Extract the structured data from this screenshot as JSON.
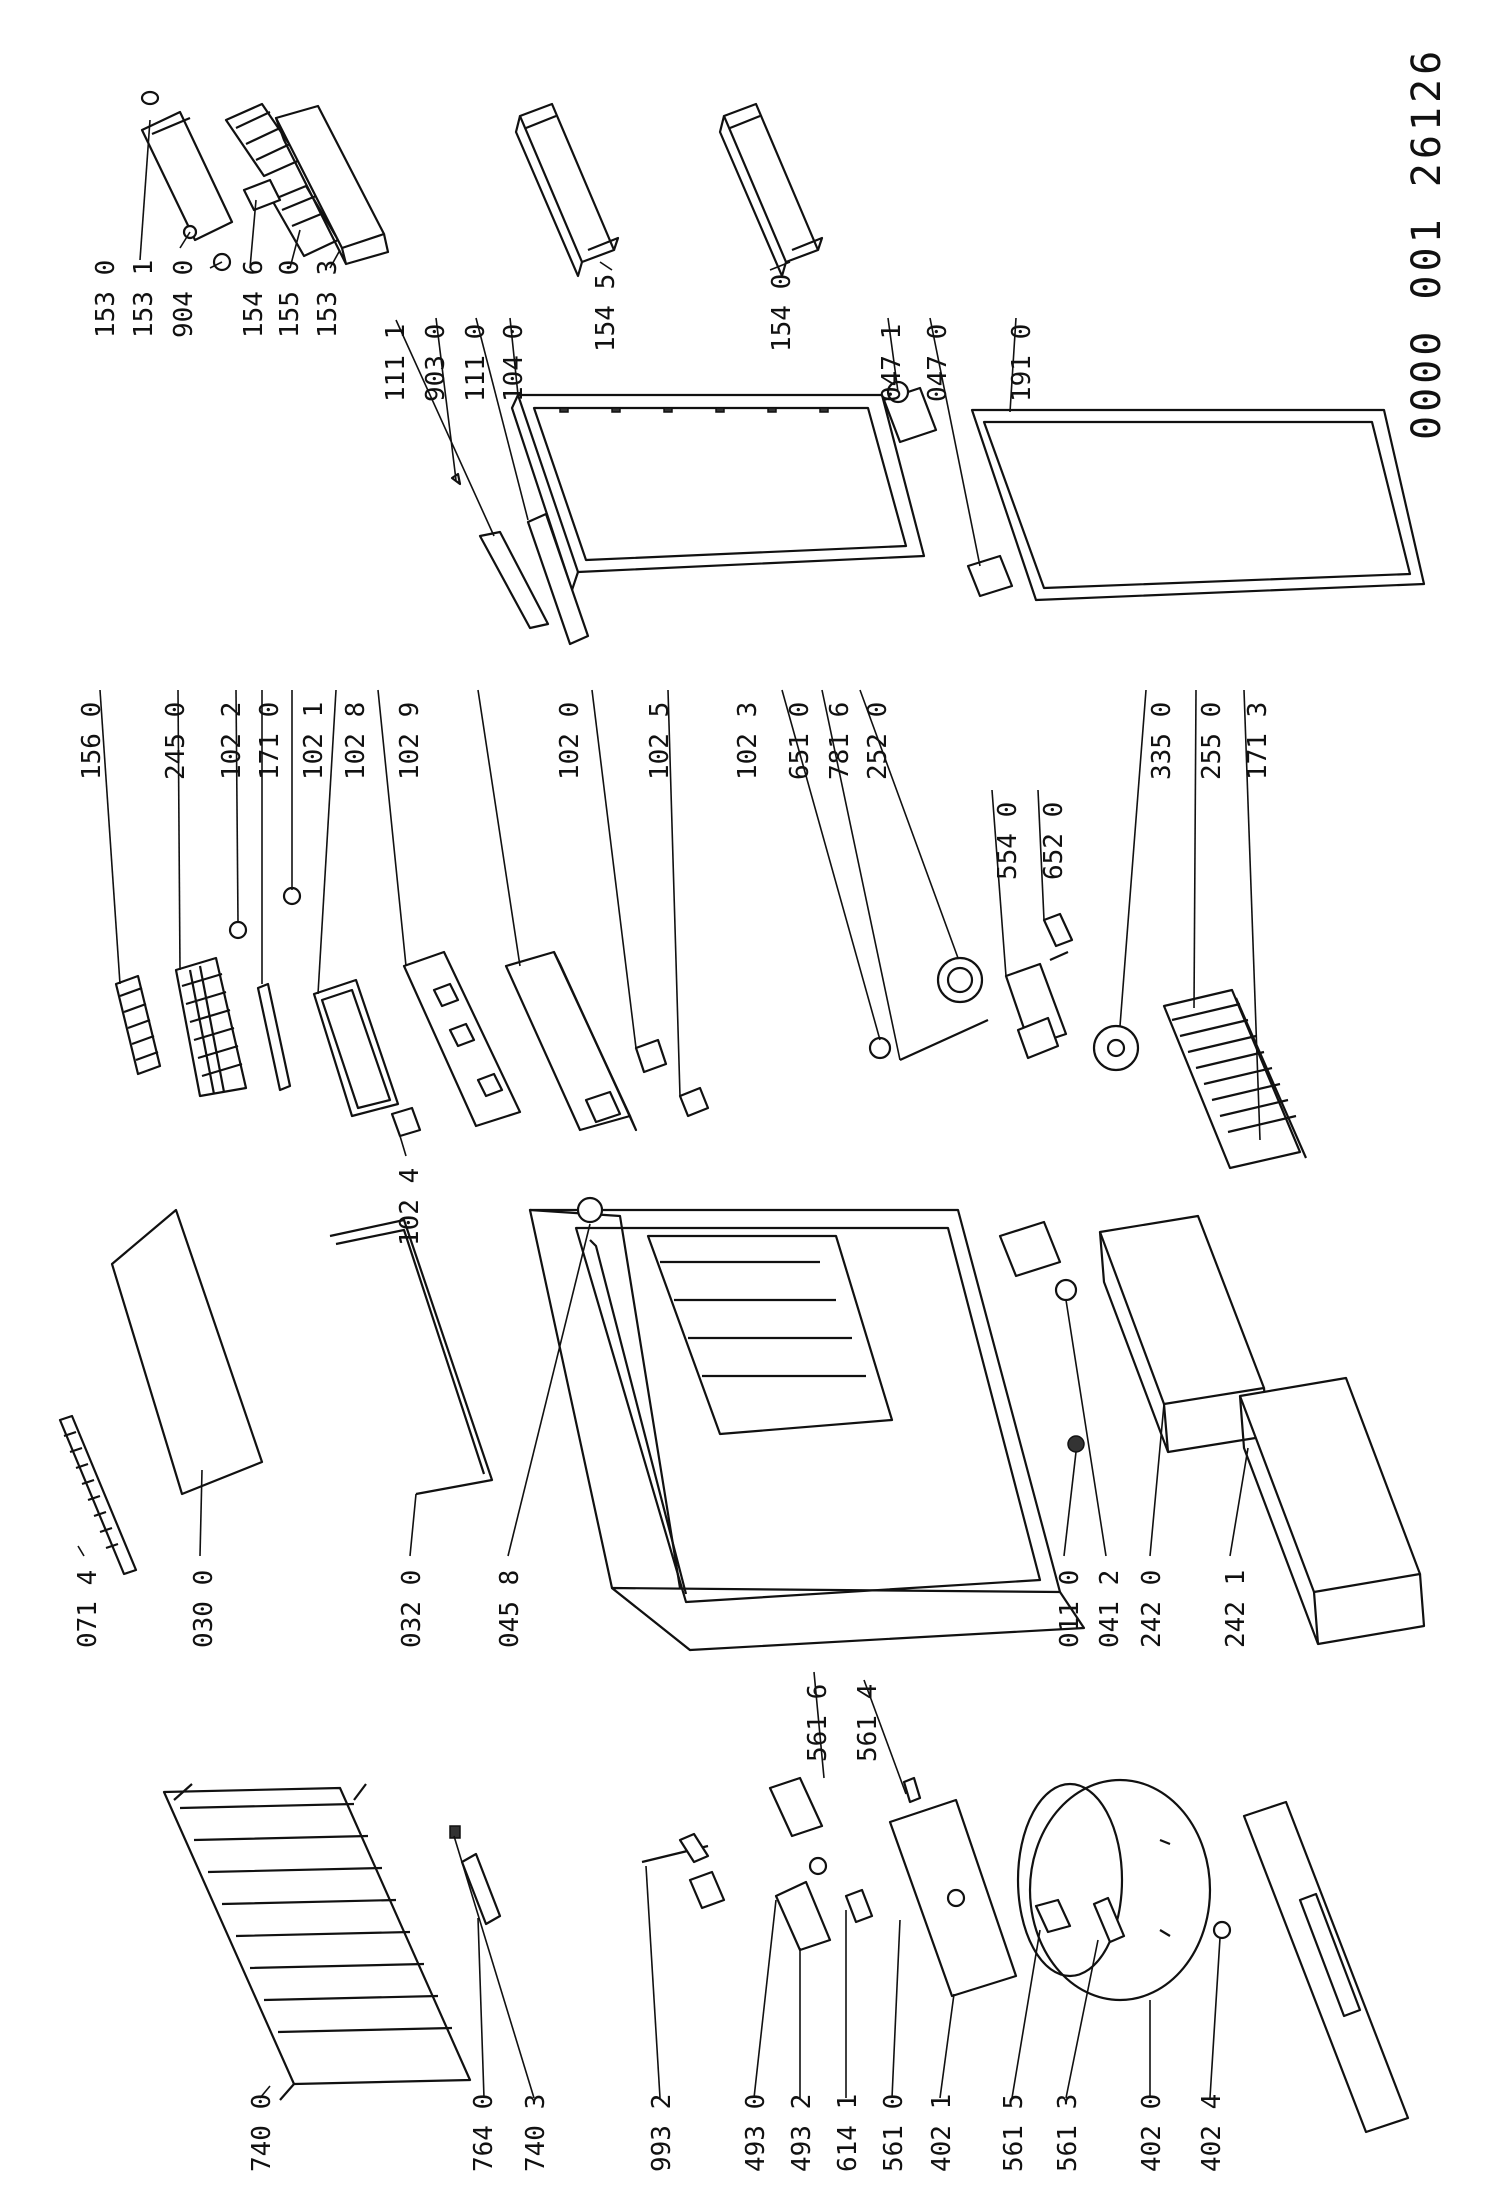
{
  "document_number": "0000 001 26126",
  "labels": {
    "l1530": "153 0",
    "l1531": "153 1",
    "l9040": "904 0",
    "l1546": "154 6",
    "l1550": "155 0",
    "l1533": "153 3",
    "l1111": "111 1",
    "l9030": "903 0",
    "l1110": "111 0",
    "l1040": "104 0",
    "l1545": "154 5",
    "l1540": "154 0",
    "l0471": "047 1",
    "l0470": "047 0",
    "l1910": "191 0",
    "l1560": "156 0",
    "l2450": "245 0",
    "l1022": "102 2",
    "l1710": "171 0",
    "l1021": "102 1",
    "l1028": "102 8",
    "l1029": "102 9",
    "l1020": "102 0",
    "l1025": "102 5",
    "l1023": "102 3",
    "l6510": "651 0",
    "l7816": "781 6",
    "l2520": "252 0",
    "l5540": "554 0",
    "l6520": "652 0",
    "l3350": "335 0",
    "l2550": "255 0",
    "l1713": "171 3",
    "l1024": "102 4",
    "l0714": "071 4",
    "l0300": "030 0",
    "l0320": "032 0",
    "l0458": "045 8",
    "l0110": "011 0",
    "l0412": "041 2",
    "l2420": "242 0",
    "l2421": "242 1",
    "l5616": "561 6",
    "l5614": "561 4",
    "l7400": "740 0",
    "l7640": "764 0",
    "l7403": "740 3",
    "l9932": "993 2",
    "l4930": "493 0",
    "l4932": "493 2",
    "l6141": "614 1",
    "l5610": "561 0",
    "l4021": "402 1",
    "l5615": "561 5",
    "l5613": "561 3",
    "l4020": "402 0",
    "l4024": "402 4"
  }
}
